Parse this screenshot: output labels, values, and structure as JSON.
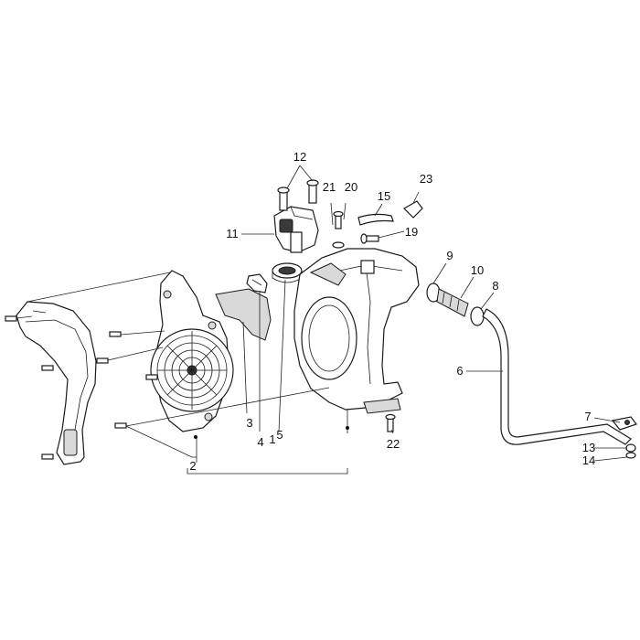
{
  "callouts": [
    "1",
    "2",
    "3",
    "4",
    "5",
    "6",
    "7",
    "8",
    "9",
    "10",
    "11",
    "12",
    "13",
    "14",
    "15",
    "19",
    "20",
    "21",
    "22",
    "23"
  ],
  "colors": {
    "line": "#1a1a1a",
    "shade": "#d9d9d9",
    "background": "#ffffff"
  }
}
